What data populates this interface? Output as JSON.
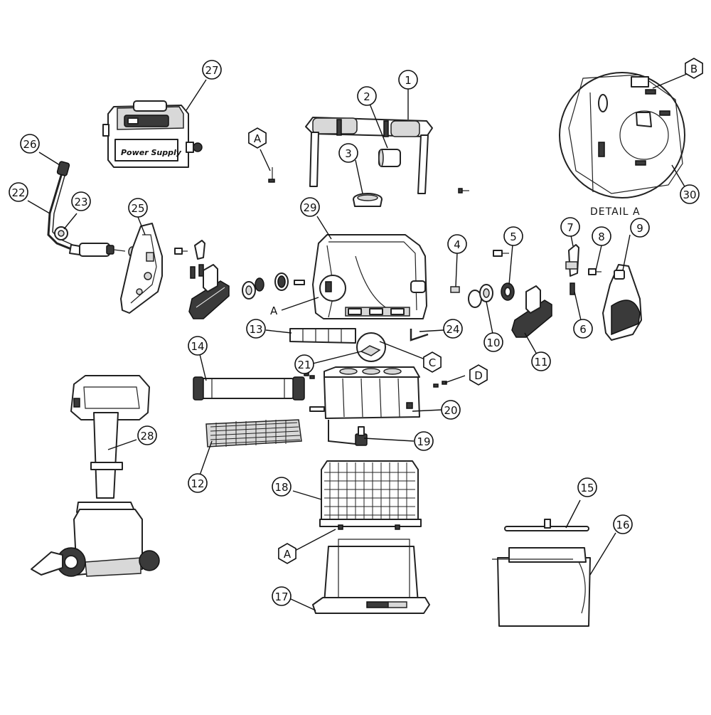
{
  "callouts": [
    {
      "id": "c1",
      "label": "1"
    },
    {
      "id": "c2",
      "label": "2"
    },
    {
      "id": "c3",
      "label": "3"
    },
    {
      "id": "c4",
      "label": "4"
    },
    {
      "id": "c5",
      "label": "5"
    },
    {
      "id": "c6",
      "label": "6"
    },
    {
      "id": "c7",
      "label": "7"
    },
    {
      "id": "c8",
      "label": "8"
    },
    {
      "id": "c9",
      "label": "9"
    },
    {
      "id": "c10",
      "label": "10"
    },
    {
      "id": "c11",
      "label": "11"
    },
    {
      "id": "c12",
      "label": "12"
    },
    {
      "id": "c13",
      "label": "13"
    },
    {
      "id": "c14",
      "label": "14"
    },
    {
      "id": "c15",
      "label": "15"
    },
    {
      "id": "c16",
      "label": "16"
    },
    {
      "id": "c17",
      "label": "17"
    },
    {
      "id": "c18",
      "label": "18"
    },
    {
      "id": "c19",
      "label": "19"
    },
    {
      "id": "c20",
      "label": "20"
    },
    {
      "id": "c21",
      "label": "21"
    },
    {
      "id": "c22",
      "label": "22"
    },
    {
      "id": "c23",
      "label": "23"
    },
    {
      "id": "c24",
      "label": "24"
    },
    {
      "id": "c25",
      "label": "25"
    },
    {
      "id": "c26",
      "label": "26"
    },
    {
      "id": "c27",
      "label": "27"
    },
    {
      "id": "c28",
      "label": "28"
    },
    {
      "id": "c29",
      "label": "29"
    },
    {
      "id": "c30",
      "label": "30"
    }
  ],
  "hex_callouts": [
    {
      "id": "hA1",
      "label": "A"
    },
    {
      "id": "hA2",
      "label": "A"
    },
    {
      "id": "hB",
      "label": "B"
    },
    {
      "id": "hC",
      "label": "C"
    },
    {
      "id": "hD",
      "label": "D"
    }
  ],
  "plain_labels": {
    "detail_marker": "A",
    "detail_title": "DETAIL A",
    "power_supply_brand": "Power Supply"
  }
}
